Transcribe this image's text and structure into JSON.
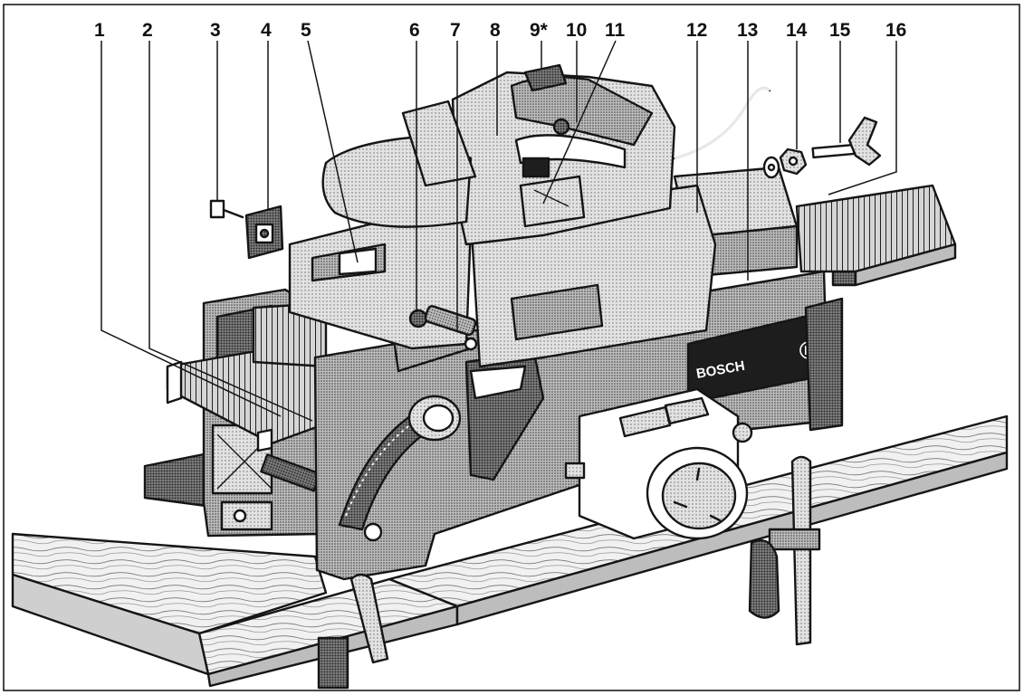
{
  "callouts": [
    {
      "id": "1",
      "label": "1"
    },
    {
      "id": "2",
      "label": "2"
    },
    {
      "id": "3",
      "label": "3"
    },
    {
      "id": "4",
      "label": "4"
    },
    {
      "id": "5",
      "label": "5"
    },
    {
      "id": "6",
      "label": "6"
    },
    {
      "id": "7",
      "label": "7"
    },
    {
      "id": "8",
      "label": "8"
    },
    {
      "id": "9",
      "label": "9*"
    },
    {
      "id": "10",
      "label": "10"
    },
    {
      "id": "11",
      "label": "11"
    },
    {
      "id": "12",
      "label": "12"
    },
    {
      "id": "13",
      "label": "13"
    },
    {
      "id": "14",
      "label": "14"
    },
    {
      "id": "15",
      "label": "15"
    },
    {
      "id": "16",
      "label": "16"
    }
  ],
  "brand": {
    "name": "BOSCH",
    "mark": "H"
  },
  "colors": {
    "ink": "#151515",
    "stipple_light": "#c9c9c9",
    "stipple_mid": "#a8a8a8",
    "stipple_dark": "#6e6e6e",
    "wood": "#dcdcdc",
    "paper": "#ffffff"
  }
}
